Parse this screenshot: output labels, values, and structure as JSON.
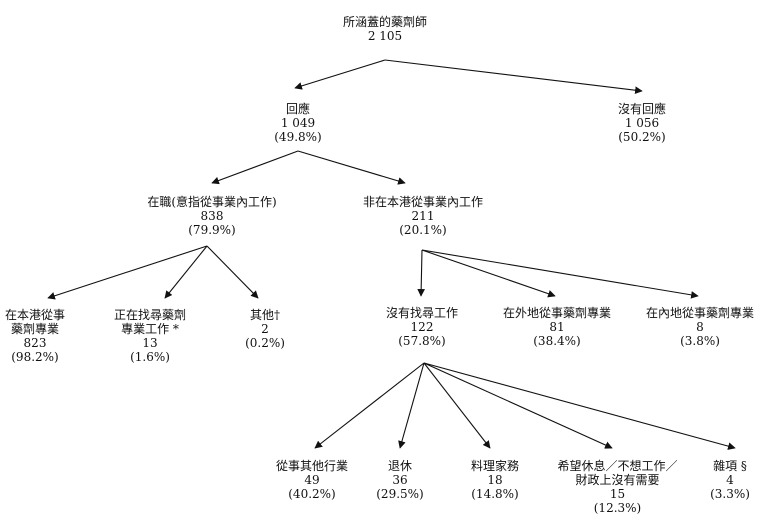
{
  "nodes": {
    "root": {
      "label": "所涵蓋的藥劑師",
      "count": "2 105"
    },
    "responded": {
      "label": "回應",
      "count": "1 049",
      "percent": "(49.8%)"
    },
    "no_response": {
      "label": "沒有回應",
      "count": "1 056",
      "percent": "(50.2%)"
    },
    "employed": {
      "label": "在職(意指從事業內工作)",
      "count": "838",
      "percent": "(79.9%)"
    },
    "not_local": {
      "label": "非在本港從事業內工作",
      "count": "211",
      "percent": "(20.1%)"
    },
    "local_practice": {
      "label_lines": [
        "在本港從事",
        "藥劑專業"
      ],
      "count": "823",
      "percent": "(98.2%)"
    },
    "seeking_work": {
      "label_lines": [
        "正在找尋藥劑",
        "專業工作 *"
      ],
      "count": "13",
      "percent": "(1.6%)"
    },
    "other": {
      "label": "其他†",
      "count": "2",
      "percent": "(0.2%)"
    },
    "not_seeking": {
      "label": "沒有找尋工作",
      "count": "122",
      "percent": "(57.8%)"
    },
    "overseas": {
      "label": "在外地從事藥劑專業",
      "count": "81",
      "percent": "(38.4%)"
    },
    "mainland": {
      "label": "在內地從事藥劑專業",
      "count": "8",
      "percent": "(3.8%)"
    },
    "other_industry": {
      "label": "從事其他行業",
      "count": "49",
      "percent": "(40.2%)"
    },
    "retired": {
      "label": "退休",
      "count": "36",
      "percent": "(29.5%)"
    },
    "housework": {
      "label": "料理家務",
      "count": "18",
      "percent": "(14.8%)"
    },
    "rest": {
      "label_lines": [
        "希望休息／不想工作／",
        "財政上沒有需要"
      ],
      "count": "15",
      "percent": "(12.3%)"
    },
    "misc": {
      "label": "雜項 §",
      "count": "4",
      "percent": "(3.3%)"
    }
  }
}
